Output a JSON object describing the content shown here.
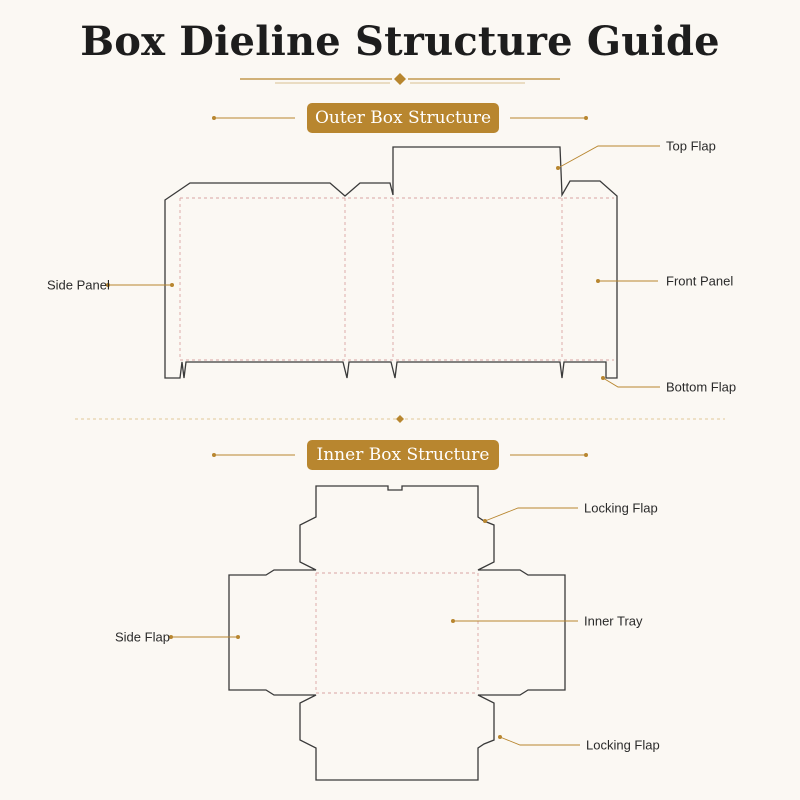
{
  "title": "Box Dieline Structure Guide",
  "sections": {
    "outer": {
      "heading": "Outer Box Structure"
    },
    "inner": {
      "heading": "Inner Box Structure"
    }
  },
  "callouts": {
    "top_flap": "Top Flap",
    "side_panel": "Side Panel",
    "front_panel": "Front Panel",
    "bottom_flap": "Bottom Flap",
    "locking_flap_top": "Locking Flap",
    "inner_tray": "Inner Tray",
    "side_flap": "Side Flap",
    "locking_flap_bottom": "Locking Flap"
  },
  "colors": {
    "background": "#fbf8f3",
    "accent": "#b8862f",
    "cut_line": "#3a3a3a",
    "fold_line": "#d9a3a3"
  }
}
